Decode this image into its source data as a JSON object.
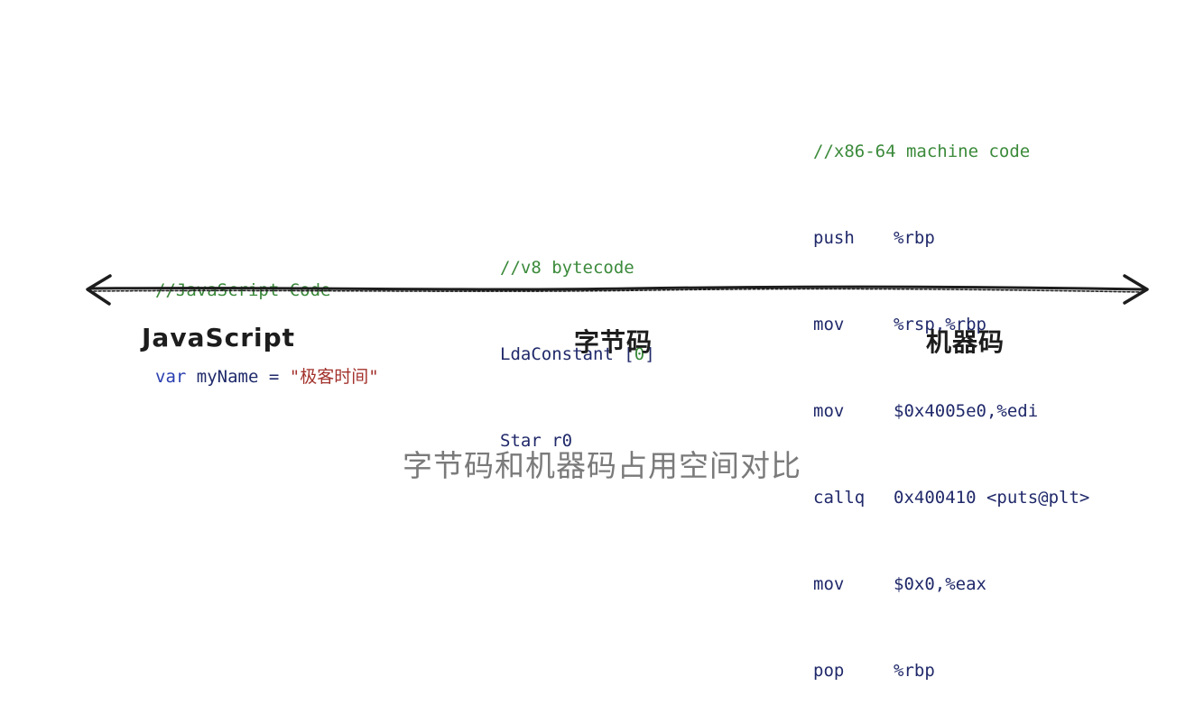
{
  "javascript": {
    "comment": "//JavaScript Code",
    "keyword": "var",
    "identifier": "myName",
    "operator": "=",
    "string": "\"极客时间\"",
    "label": "JavaScript"
  },
  "bytecode": {
    "comment": "//v8 bytecode",
    "lines": [
      {
        "op": "LdaConstant",
        "arg_open": "[",
        "arg": "0",
        "arg_close": "]"
      },
      {
        "op": "Star",
        "arg": "r0"
      }
    ],
    "label": "字节码"
  },
  "machine_code": {
    "comment": "//x86-64 machine code",
    "lines": [
      {
        "op": "push",
        "arg": "%rbp"
      },
      {
        "op": "mov",
        "arg": "%rsp,%rbp"
      },
      {
        "op": "mov",
        "arg": "$0x4005e0,%edi"
      },
      {
        "op": "callq",
        "arg": "0x400410 <puts@plt>"
      },
      {
        "op": "mov",
        "arg": "$0x0,%eax"
      },
      {
        "op": "pop",
        "arg": "%rbp"
      }
    ],
    "label": "机器码"
  },
  "caption": "字节码和机器码占用空间对比",
  "colors": {
    "comment": "#3b8a3b",
    "keyword": "#2a3fb0",
    "string": "#a3322c",
    "code": "#20296a",
    "axis": "#1d1d1d",
    "caption": "#7a7a7a"
  }
}
